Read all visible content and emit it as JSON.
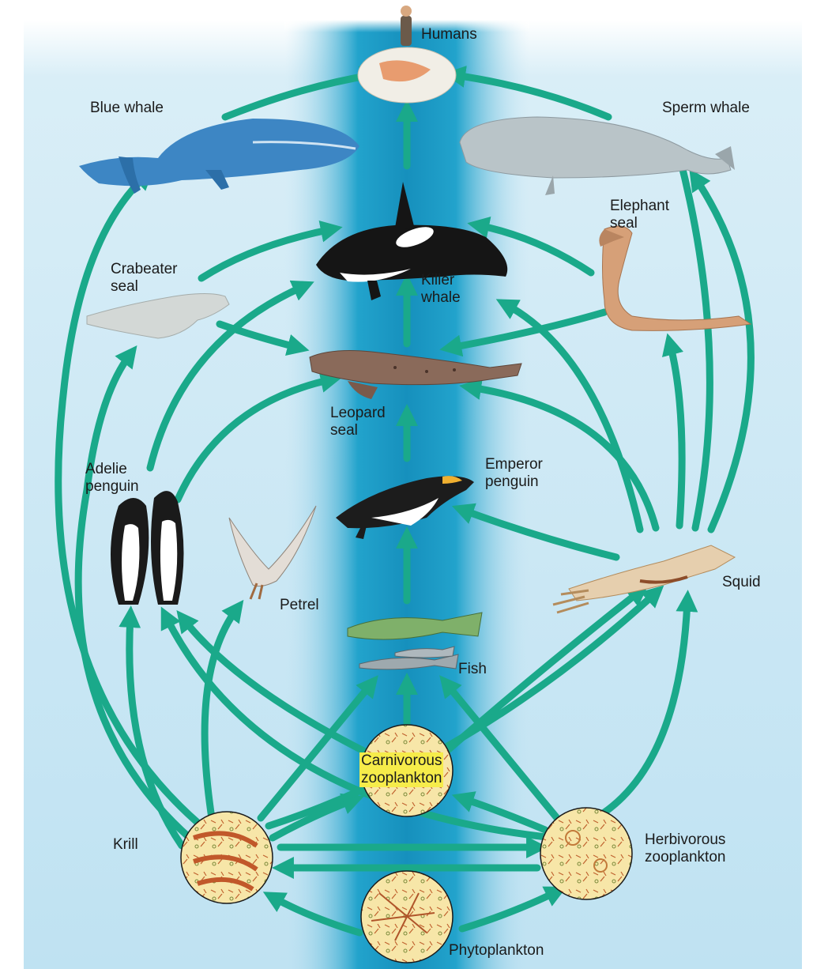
{
  "labels": {
    "humans": "Humans",
    "blue_whale": "Blue whale",
    "sperm_whale": "Sperm whale",
    "elephant_seal": "Elephant\nseal",
    "crabeater_seal": "Crabeater\nseal",
    "killer_whale": "Killer\nwhale",
    "leopard_seal": "Leopard\nseal",
    "adelie_penguin": "Adelie\npenguin",
    "emperor_penguin": "Emperor\npenguin",
    "petrel": "Petrel",
    "squid": "Squid",
    "fish": "Fish",
    "carnivorous_zooplankton": "Carnivorous\nzooplankton",
    "krill": "Krill",
    "herbivorous_zooplankton": "Herbivorous\nzooplankton",
    "phytoplankton": "Phytoplankton"
  },
  "colors": {
    "arrow": "#1aa98a",
    "background_light": "#cfe9f4",
    "column_deep": "#1f9ec6",
    "plankton_fill": "#f7e6a8",
    "highlight": "#f6ec4a"
  }
}
